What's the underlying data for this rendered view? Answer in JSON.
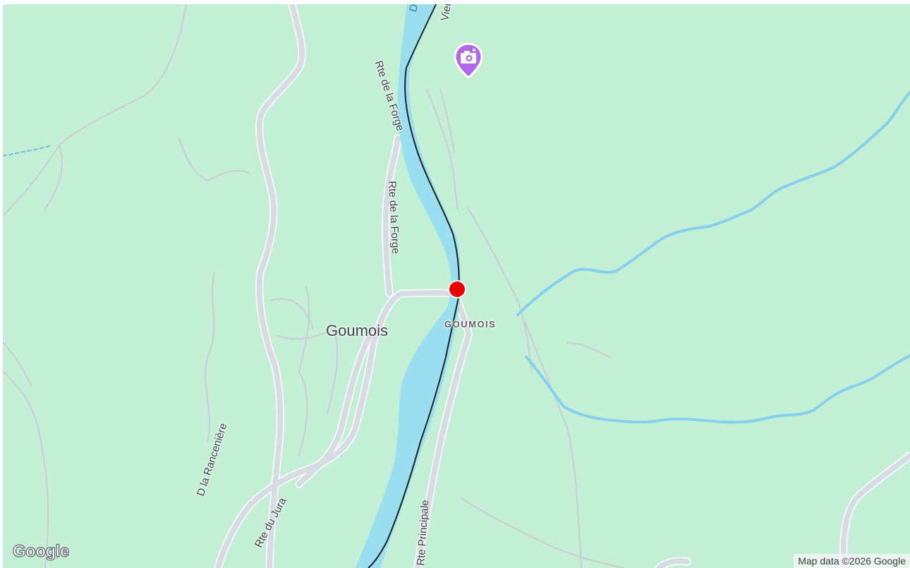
{
  "map": {
    "river_name": "Doubs",
    "labels": {
      "vieux_pont": "Vieux Pont",
      "rte_forge_1": "Rte de la Forge",
      "rte_forge_2": "Rte de la Forge",
      "town": "Goumois",
      "locality": "GOUMOIS",
      "rancen": "D la Rancenière",
      "rte_jura": "Rte du Jura",
      "rte_principale": "Rte Principale"
    },
    "colors": {
      "land": "#c3f0d5",
      "water": "#9adfef",
      "road": "#d7dbe2",
      "road_casing": "#ffffff",
      "border": "#202124",
      "marker": "#ea0000",
      "poi": "#b068e8"
    },
    "poi": {
      "icon": "camera-icon",
      "category": "photo-spot"
    },
    "marker": {
      "icon": "location-dot-icon"
    }
  },
  "footer": {
    "logo_text": "Google",
    "attribution": "Map data ©2026 Google"
  }
}
